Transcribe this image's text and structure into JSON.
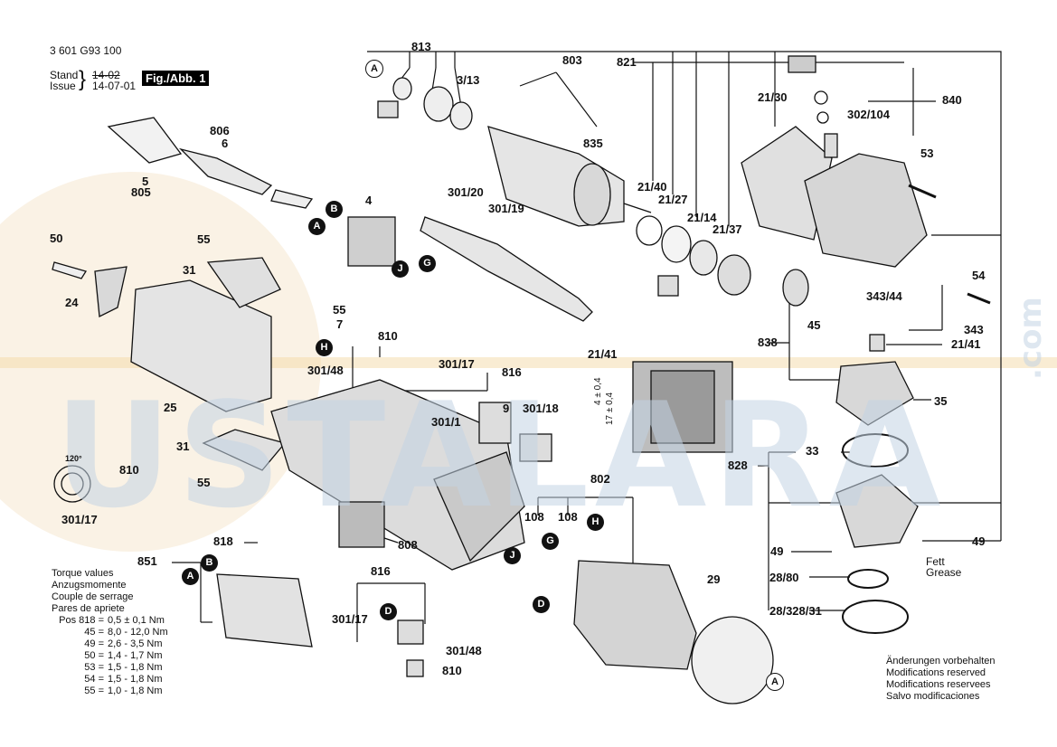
{
  "header": {
    "doc_number": "3 601 G93 100",
    "stand_label": "Stand",
    "issue_label": "Issue",
    "stand_value": "14-02",
    "issue_value": "14-07-01",
    "figure_label": "Fig./Abb. 1"
  },
  "watermark": {
    "text": "USTALARA",
    "suffix": ".com",
    "color": "#c4d4e4"
  },
  "torque_table": {
    "lines": [
      "Torque values",
      "Anzugsmomente",
      "Couple de serrage",
      "Pares de apriete"
    ],
    "rows": [
      {
        "pos": "Pos 818 =",
        "value": "0,5 ± 0,1 Nm"
      },
      {
        "pos": "45 =",
        "value": "8,0 - 12,0 Nm"
      },
      {
        "pos": "49 =",
        "value": "2,6 - 3,5 Nm"
      },
      {
        "pos": "50 =",
        "value": "1,4 - 1,7 Nm"
      },
      {
        "pos": "53 =",
        "value": "1,5 - 1,8 Nm"
      },
      {
        "pos": "54 =",
        "value": "1,5 - 1,8 Nm"
      },
      {
        "pos": "55 =",
        "value": "1,0 - 1,8 Nm"
      }
    ]
  },
  "modifications": [
    "Änderungen vorbehalten",
    "Modifications reserved",
    "Modifications reservees",
    "Salvo modificaciones"
  ],
  "grease_note": {
    "de": "Fett",
    "en": "Grease"
  },
  "angle_note": "120°",
  "dimension_labels": [
    "4 ± 0,4",
    "17 ± 0,4"
  ],
  "part_labels": [
    "813",
    "803",
    "821",
    "840",
    "3/13",
    "835",
    "21/30",
    "302/104",
    "806",
    "6",
    "805",
    "5",
    "53",
    "21/40",
    "21/27",
    "21/14",
    "21/37",
    "4",
    "301/20",
    "301/19",
    "50",
    "55",
    "31",
    "24",
    "54",
    "343/44",
    "343",
    "45",
    "838",
    "21/41",
    "55",
    "7",
    "810",
    "301/48",
    "301/17",
    "816",
    "21/41",
    "9",
    "301/18",
    "301/1",
    "35",
    "25",
    "31",
    "810",
    "120°",
    "33",
    "828",
    "802",
    "108",
    "108",
    "301/17",
    "55",
    "818",
    "851",
    "808",
    "49",
    "49",
    "28/80",
    "29",
    "816",
    "301/17",
    "301/48",
    "810",
    "28/328/31"
  ],
  "callouts": [
    "A",
    "B",
    "A",
    "G",
    "J",
    "H",
    "J",
    "H",
    "G",
    "D",
    "D",
    "A",
    "A",
    "B"
  ]
}
